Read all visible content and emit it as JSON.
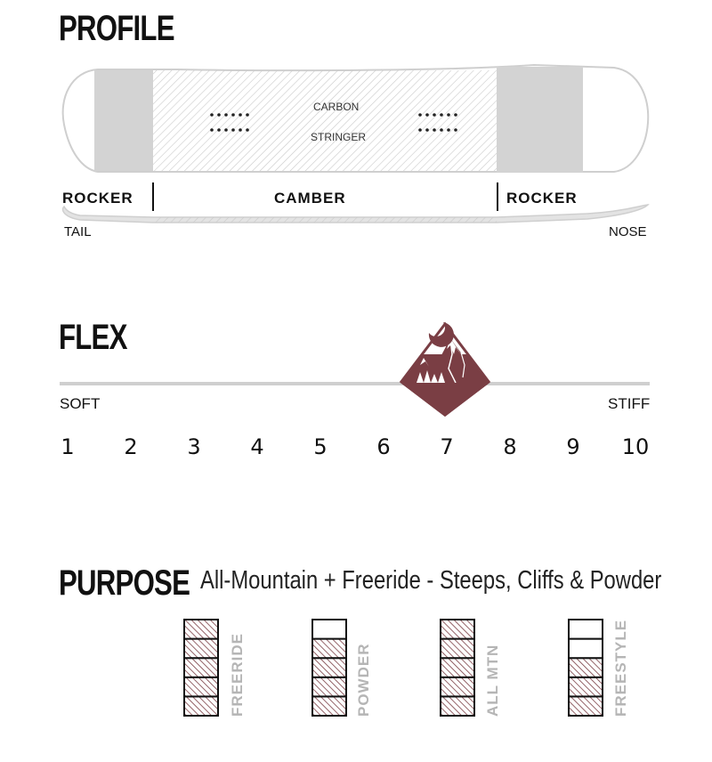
{
  "profile": {
    "heading": "PROFILE",
    "board_text_top": "CARBON",
    "board_text_bottom": "STRINGER",
    "zones": [
      "ROCKER",
      "CAMBER",
      "ROCKER"
    ],
    "tail_label": "TAIL",
    "nose_label": "NOSE"
  },
  "flex": {
    "heading": "FLEX",
    "soft_label": "SOFT",
    "stiff_label": "STIFF",
    "scale": [
      "1",
      "2",
      "3",
      "4",
      "5",
      "6",
      "7",
      "8",
      "9",
      "10"
    ],
    "rating": 7,
    "marker_icon": "mountain-diamond-icon",
    "marker_color": "#7a3e44"
  },
  "purpose": {
    "heading": "PURPOSE",
    "description": "All-Mountain + Freeride - Steeps, Cliffs & Powder",
    "meter_color": "#7a3e44",
    "meters": [
      {
        "label": "FREERIDE",
        "filled": 5,
        "total": 5
      },
      {
        "label": "POWDER",
        "filled": 4,
        "total": 5
      },
      {
        "label": "ALL MTN",
        "filled": 5,
        "total": 5
      },
      {
        "label": "FREESTYLE",
        "filled": 3,
        "total": 5
      }
    ]
  }
}
